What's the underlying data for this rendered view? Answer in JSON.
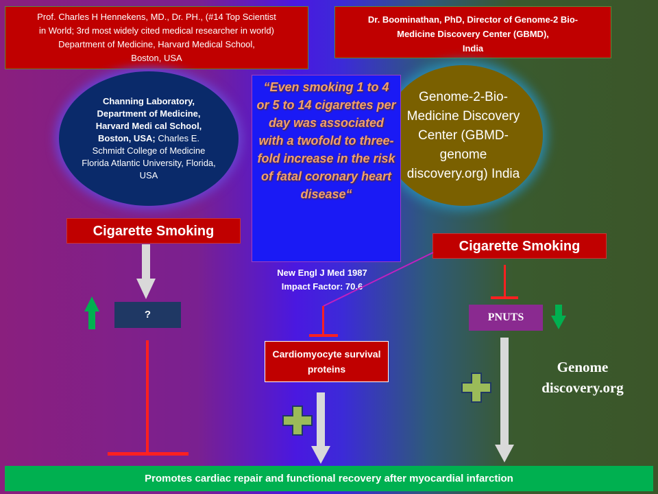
{
  "left_header": {
    "line1": "Prof.  Charles H Hennekens, MD., Dr. PH., (#14 Top Scientist",
    "line2": "in World; 3rd most widely cited medical researcher in world)",
    "line3": "Department of Medicine, Harvard Medical School,",
    "line4": "Boston, USA"
  },
  "right_header": {
    "line1": "Dr. Boominathan, PhD, Director of  Genome-2 Bio-",
    "line2": "Medicine Discovery Center (GBMD),",
    "line3": "India"
  },
  "left_circle": {
    "bold": "Channing Laboratory, Department of Medicine, Harvard Medi cal School, Boston, USA;",
    "normal": "Charles E. Schmidt College of Medicine Florida Atlantic University, Florida, USA"
  },
  "right_circle": {
    "text": "Genome-2-Bio-Medicine Discovery Center (GBMD-genome discovery.org) India"
  },
  "quote": {
    "text": "“Even smoking 1 to 4 or 5 to 14 cigarettes per day was associated with a twofold to three-fold increase in the risk of fatal coronary heart disease“"
  },
  "reference": {
    "text": "New Engl J Med 1987 Impact Factor: 70.6"
  },
  "left_trigger": "Cigarette Smoking",
  "right_trigger": "Cigarette Smoking",
  "unknown_box": "?",
  "pnuts_box": "PNUTS",
  "cardio_box": "Cardiomyocyte survival proteins",
  "genome_label": "Genome discovery.org",
  "bottom_bar": "Promotes cardiac repair and functional recovery after myocardial infarction",
  "colors": {
    "red": "#c00000",
    "green": "#00b050",
    "navy": "#1f3864",
    "plus": "#9bbb59"
  }
}
